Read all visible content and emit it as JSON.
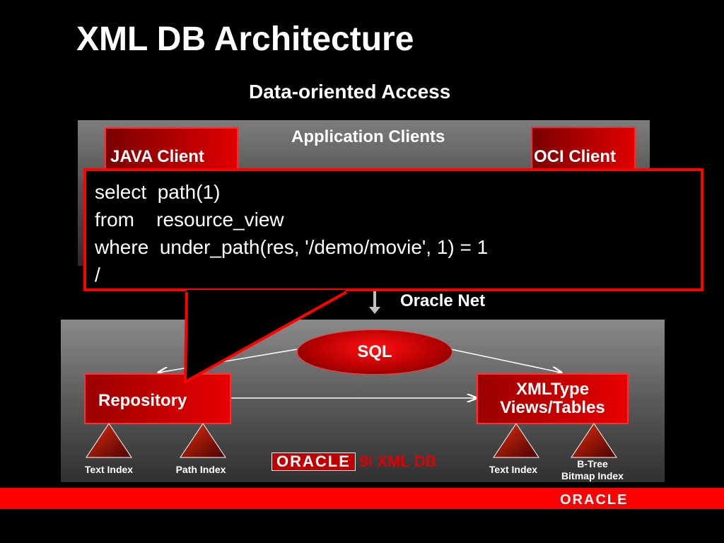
{
  "slide": {
    "title": "XML DB Architecture",
    "subtitle": "Data-oriented Access"
  },
  "app_clients": {
    "label": "Application  Clients",
    "java": "JAVA Client",
    "oci": "OCI Client"
  },
  "callout": {
    "lines": [
      "select  path(1)",
      "from    resource_view",
      "where  under_path(res, '/demo/movie', 1) = 1",
      "/"
    ]
  },
  "network": {
    "label": "Oracle Net"
  },
  "database": {
    "sql": "SQL",
    "repository": "Repository",
    "xmltype_line1": "XMLType",
    "xmltype_line2": "Views/Tables",
    "indexes": {
      "repo_text": "Text Index",
      "repo_path": "Path Index",
      "xml_text": "Text Index",
      "xml_btree_line1": "B-Tree",
      "xml_btree_line2": "Bitmap Index"
    },
    "product_logo": "ORACLE",
    "product_suffix": "9i XML DB"
  },
  "footer": {
    "logo": "ORACLE"
  },
  "colors": {
    "accent_red": "#ff0000",
    "box_red": "#e00000",
    "background": "#000000"
  }
}
